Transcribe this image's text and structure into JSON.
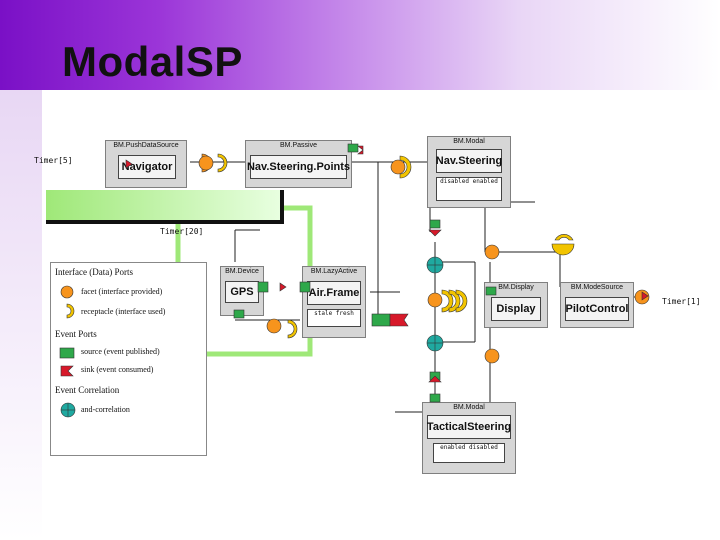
{
  "slide": {
    "title": "ModalSP"
  },
  "components": {
    "navigator": {
      "type": "BM.PushDataSource",
      "name": "Navigator"
    },
    "nav_steering_points": {
      "type": "BM.Passive",
      "name": "Nav.Steering.Points"
    },
    "nav_steering": {
      "type": "BM.Modal",
      "name": "Nav.Steering",
      "attr": "disabled enabled"
    },
    "gps": {
      "type": "BM.Device",
      "name": "GPS"
    },
    "air_frame": {
      "type": "BM.LazyActive",
      "name": "Air.Frame",
      "attr": "stale fresh"
    },
    "display": {
      "type": "BM.Display",
      "name": "Display"
    },
    "pilot_control": {
      "type": "BM.ModeSource",
      "name": "PilotControl"
    },
    "tactical_steering": {
      "type": "BM.Modal",
      "name": "TacticalSteering",
      "attr": "enabled disabled"
    }
  },
  "timers": {
    "t5": "Timer[5]",
    "t20": "Timer[20]",
    "t1": "Timer[1]"
  },
  "legend": {
    "interface_heading": "Interface (Data) Ports",
    "facet": "facet (interface provided)",
    "receptacle": "receptacle (interface used)",
    "event_heading": "Event Ports",
    "source": "source (event published)",
    "sink": "sink (event consumed)",
    "correlation_heading": "Event Correlation",
    "and_correlation": "and-correlation"
  },
  "colors": {
    "facet": "#f7941d",
    "receptacle": "#f2c400",
    "source": "#2ea84a",
    "sink": "#d7192a",
    "correlation": "#1fa9a0",
    "highlight": "#9fe878"
  }
}
